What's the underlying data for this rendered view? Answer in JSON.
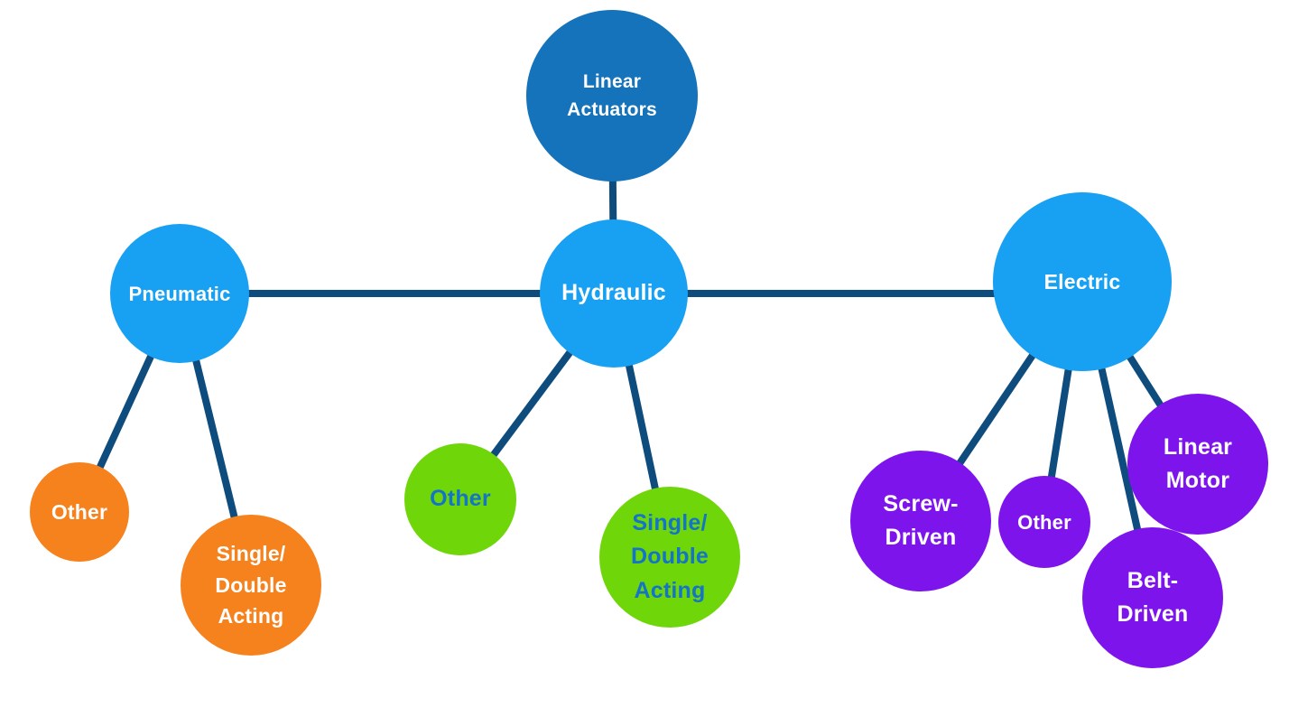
{
  "diagram": {
    "title": "Linear Actuators",
    "background_color": "#FFFFFF",
    "edge_color": "#0F4C7E",
    "node_colors": {
      "root_blue": "#1473BA",
      "category_blue": "#18A0F2",
      "pneumatic_children_orange": "#F6821E",
      "hydraulic_children_green": "#6FD60A",
      "electric_children_purple": "#7D14EC"
    },
    "text_colors": {
      "on_dark_nodes": "#FFFFFF",
      "on_green_nodes": "#1374C8"
    }
  },
  "nodes": {
    "linear_actuators": {
      "label": "Linear Actuators",
      "lines": [
        "Linear",
        "Actuators"
      ]
    },
    "pneumatic": {
      "label": "Pneumatic",
      "lines": [
        "Pneumatic"
      ]
    },
    "hydraulic": {
      "label": "Hydraulic",
      "lines": [
        "Hydraulic"
      ]
    },
    "electric": {
      "label": "Electric",
      "lines": [
        "Electric"
      ]
    },
    "pneumatic_other": {
      "label": "Other",
      "lines": [
        "Other"
      ]
    },
    "pneumatic_single_double": {
      "label": "Single/ Double Acting",
      "lines": [
        "Single/",
        "Double",
        "Acting"
      ]
    },
    "hydraulic_other": {
      "label": "Other",
      "lines": [
        "Other"
      ]
    },
    "hydraulic_single_double": {
      "label": "Single/ Double Acting",
      "lines": [
        "Single/",
        "Double",
        "Acting"
      ]
    },
    "electric_screw_driven": {
      "label": "Screw- Driven",
      "lines": [
        "Screw-",
        "Driven"
      ]
    },
    "electric_other": {
      "label": "Other",
      "lines": [
        "Other"
      ]
    },
    "electric_belt_driven": {
      "label": "Belt- Driven",
      "lines": [
        "Belt-",
        "Driven"
      ]
    },
    "electric_linear_motor": {
      "label": "Linear Motor",
      "lines": [
        "Linear",
        "Motor"
      ]
    }
  },
  "edges": [
    {
      "from": "linear_actuators",
      "to": "hydraulic"
    },
    {
      "from": "pneumatic",
      "to": "hydraulic"
    },
    {
      "from": "hydraulic",
      "to": "electric"
    },
    {
      "from": "pneumatic",
      "to": "pneumatic_other"
    },
    {
      "from": "pneumatic",
      "to": "pneumatic_single_double"
    },
    {
      "from": "hydraulic",
      "to": "hydraulic_other"
    },
    {
      "from": "hydraulic",
      "to": "hydraulic_single_double"
    },
    {
      "from": "electric",
      "to": "electric_screw_driven"
    },
    {
      "from": "electric",
      "to": "electric_other"
    },
    {
      "from": "electric",
      "to": "electric_belt_driven"
    },
    {
      "from": "electric",
      "to": "electric_linear_motor"
    }
  ]
}
